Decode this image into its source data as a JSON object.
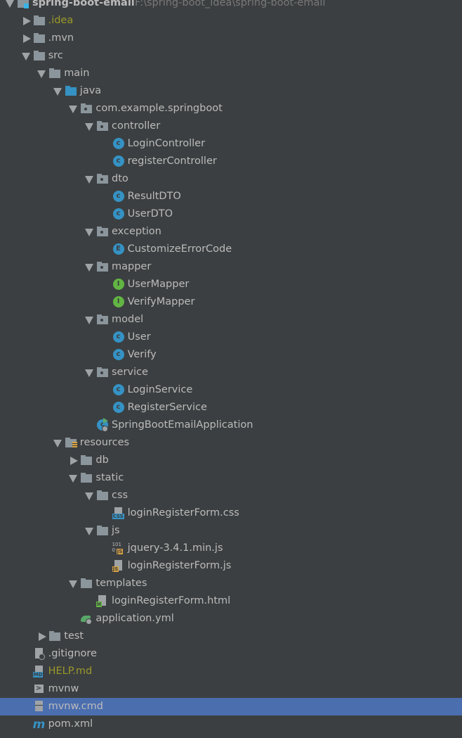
{
  "project": {
    "name": "spring-boot-email",
    "path": "F:\\spring-boot_idea\\spring-boot-email"
  },
  "colors": {
    "background": "#3c3f41",
    "text": "#bbbbbb",
    "selection": "#4b6eaf",
    "ignored": "#9a9a2a",
    "class_icon": "#3592c4",
    "interface_icon": "#62b543"
  },
  "tree": [
    {
      "label": "spring-boot-email",
      "level": 0,
      "arrow": "down",
      "icon": "project"
    },
    {
      "label": ".idea",
      "level": 1,
      "arrow": "right",
      "icon": "folder",
      "color": "#9a9a2a"
    },
    {
      "label": ".mvn",
      "level": 1,
      "arrow": "right",
      "icon": "folder"
    },
    {
      "label": "src",
      "level": 1,
      "arrow": "down",
      "icon": "folder"
    },
    {
      "label": "main",
      "level": 2,
      "arrow": "down",
      "icon": "folder"
    },
    {
      "label": "java",
      "level": 3,
      "arrow": "down",
      "icon": "source-folder"
    },
    {
      "label": "com.example.springboot",
      "level": 4,
      "arrow": "down",
      "icon": "package"
    },
    {
      "label": "controller",
      "level": 5,
      "arrow": "down",
      "icon": "package"
    },
    {
      "label": "LoginController",
      "level": 6,
      "icon": "class"
    },
    {
      "label": "registerController",
      "level": 6,
      "icon": "class"
    },
    {
      "label": "dto",
      "level": 5,
      "arrow": "down",
      "icon": "package"
    },
    {
      "label": "ResultDTO",
      "level": 6,
      "icon": "class"
    },
    {
      "label": "UserDTO",
      "level": 6,
      "icon": "class"
    },
    {
      "label": "exception",
      "level": 5,
      "arrow": "down",
      "icon": "package"
    },
    {
      "label": "CustomizeErrorCode",
      "level": 6,
      "icon": "enum"
    },
    {
      "label": "mapper",
      "level": 5,
      "arrow": "down",
      "icon": "package"
    },
    {
      "label": "UserMapper",
      "level": 6,
      "icon": "interface"
    },
    {
      "label": "VerifyMapper",
      "level": 6,
      "icon": "interface"
    },
    {
      "label": "model",
      "level": 5,
      "arrow": "down",
      "icon": "package"
    },
    {
      "label": "User",
      "level": 6,
      "icon": "class"
    },
    {
      "label": "Verify",
      "level": 6,
      "icon": "class"
    },
    {
      "label": "service",
      "level": 5,
      "arrow": "down",
      "icon": "package"
    },
    {
      "label": "LoginService",
      "level": 6,
      "icon": "class"
    },
    {
      "label": "RegisterService",
      "level": 6,
      "icon": "class"
    },
    {
      "label": "SpringBootEmailApplication",
      "level": 5,
      "icon": "spring-app"
    },
    {
      "label": "resources",
      "level": 3,
      "arrow": "down",
      "icon": "resources-folder"
    },
    {
      "label": "db",
      "level": 4,
      "arrow": "right",
      "icon": "folder"
    },
    {
      "label": "static",
      "level": 4,
      "arrow": "down",
      "icon": "folder"
    },
    {
      "label": "css",
      "level": 5,
      "arrow": "down",
      "icon": "folder"
    },
    {
      "label": "loginRegisterForm.css",
      "level": 6,
      "icon": "css-file"
    },
    {
      "label": "js",
      "level": 5,
      "arrow": "down",
      "icon": "folder"
    },
    {
      "label": "jquery-3.4.1.min.js",
      "level": 6,
      "icon": "js-min-file"
    },
    {
      "label": "loginRegisterForm.js",
      "level": 6,
      "icon": "js-file"
    },
    {
      "label": "templates",
      "level": 4,
      "arrow": "down",
      "icon": "folder"
    },
    {
      "label": "loginRegisterForm.html",
      "level": 5,
      "icon": "html-file"
    },
    {
      "label": "application.yml",
      "level": 4,
      "icon": "yml-file"
    },
    {
      "label": "test",
      "level": 2,
      "arrow": "right",
      "icon": "folder"
    },
    {
      "label": ".gitignore",
      "level": 1,
      "icon": "gitignore-file"
    },
    {
      "label": "HELP.md",
      "level": 1,
      "icon": "md-file",
      "color": "#9a9a2a"
    },
    {
      "label": "mvnw",
      "level": 1,
      "icon": "shell-file"
    },
    {
      "label": "mvnw.cmd",
      "level": 1,
      "icon": "text-file",
      "selected": true
    },
    {
      "label": "pom.xml",
      "level": 1,
      "icon": "maven-file"
    }
  ]
}
